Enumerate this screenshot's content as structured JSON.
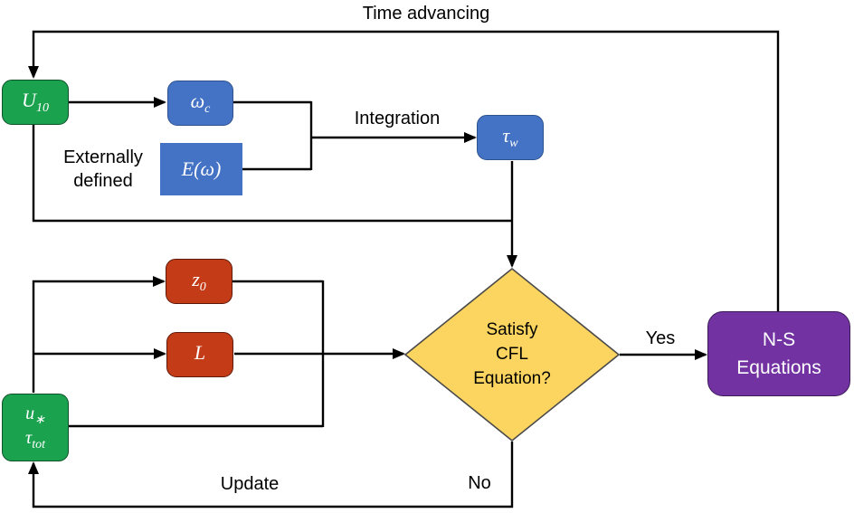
{
  "colors": {
    "green": "#1ba24f",
    "blue": "#4472c4",
    "red": "#c43c17",
    "yellow": "#fbd560",
    "purple": "#7232a2",
    "line": "#000000"
  },
  "labels": {
    "time_advancing": "Time advancing",
    "integration": "Integration",
    "externally_defined": "Externally\ndefined",
    "yes": "Yes",
    "no": "No",
    "update": "Update"
  },
  "nodes": {
    "u10": {
      "main": "U",
      "sub": "10"
    },
    "omega_c": {
      "main": "ω",
      "sub": "c"
    },
    "e_omega": {
      "text": "E(ω)"
    },
    "tau_w": {
      "main": "τ",
      "sub": "w"
    },
    "z0": {
      "main": "z",
      "sub": "0"
    },
    "l": {
      "main": "L",
      "sub": ""
    },
    "u_star": {
      "main": "u",
      "sub": "∗"
    },
    "tau_tot": {
      "main": "τ",
      "sub": "tot"
    },
    "cfl": {
      "text": "Satisfy\nCFL\nEquation?"
    },
    "ns": {
      "text": "N-S\nEquations"
    }
  }
}
